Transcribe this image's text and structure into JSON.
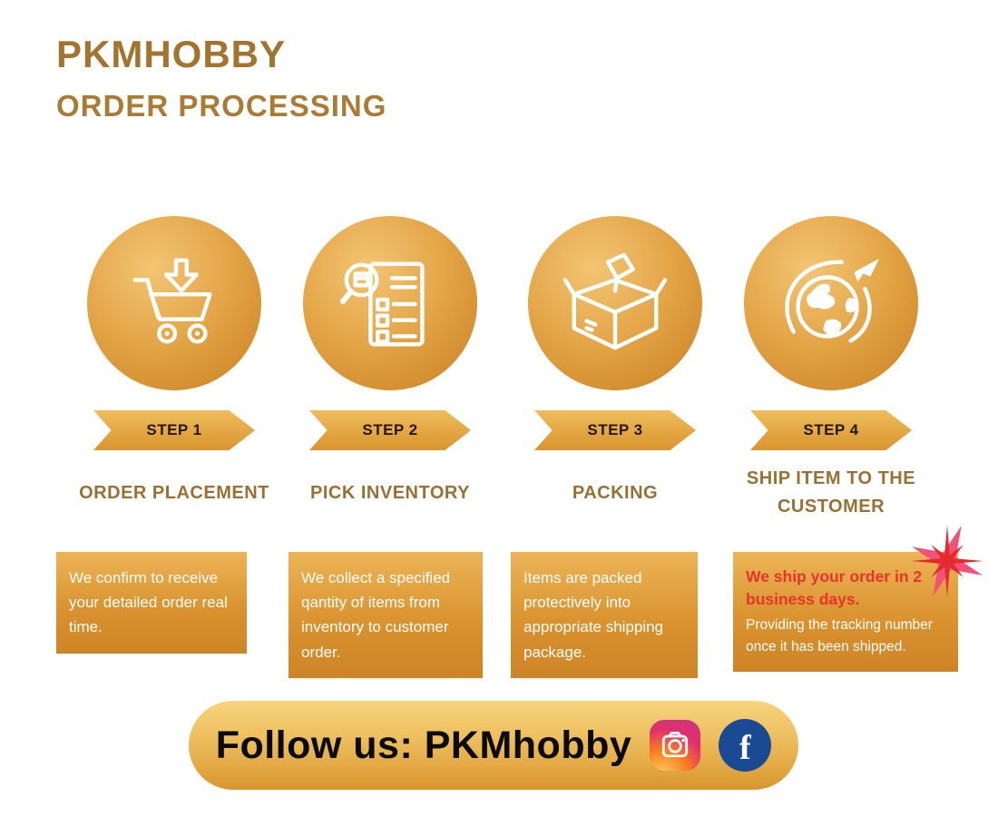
{
  "header": {
    "brand": "PKMHOBBY",
    "title": "ORDER PROCESSING"
  },
  "steps": [
    {
      "badge": "STEP 1",
      "title": "ORDER PLACEMENT",
      "description": "We confirm to receive your detailed order real time.",
      "icon": "cart-download-icon"
    },
    {
      "badge": "STEP 2",
      "title": "PICK INVENTORY",
      "description": "We collect a specified qantity of items from inventory to customer order.",
      "icon": "pick-inventory-icon"
    },
    {
      "badge": "STEP 3",
      "title": "PACKING",
      "description": "Items are packed protectively into appropriate shipping package.",
      "icon": "packing-box-icon"
    },
    {
      "badge": "STEP 4",
      "title": "SHIP ITEM TO THE CUSTOMER",
      "description_highlight": "We ship your order in 2 business days.",
      "description": "Providing the tracking number once it has been shipped.",
      "icon": "globe-plane-icon"
    }
  ],
  "footer": {
    "label": "Follow us: PKMhobby",
    "social": [
      "instagram-icon",
      "facebook-icon"
    ]
  },
  "colors": {
    "gold_dark": "#a2752f",
    "gold_mid": "#d9942e",
    "gold_light": "#f3c573",
    "step_title": "#9a7133",
    "highlight_red": "#e8342c",
    "facebook_blue": "#1a4a94"
  }
}
